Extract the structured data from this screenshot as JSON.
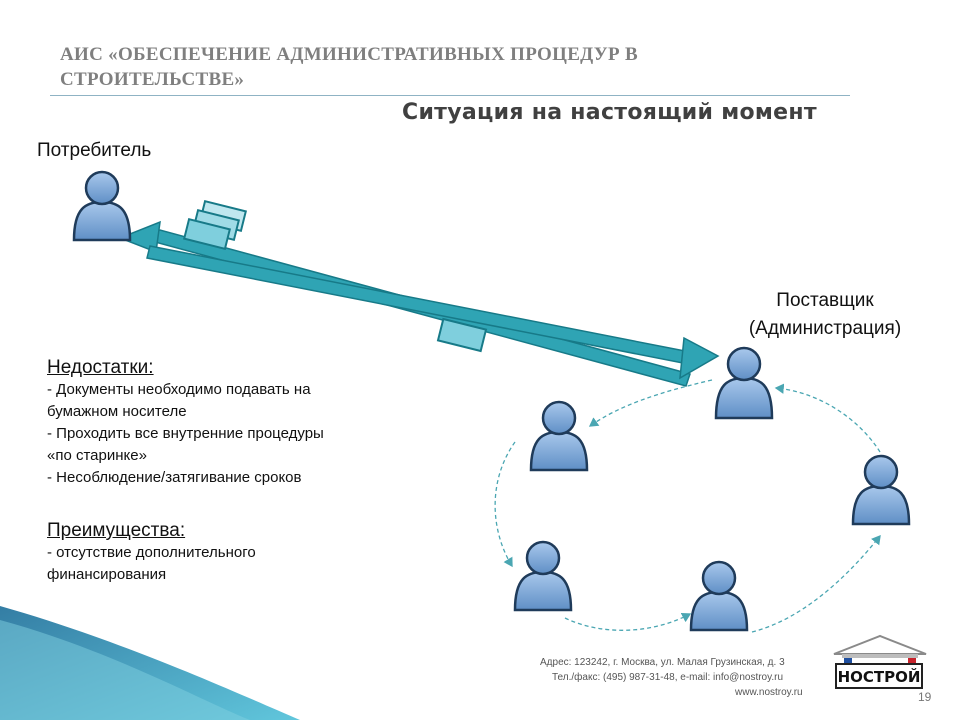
{
  "header": {
    "title_line1": "АИС «ОБЕСПЕЧЕНИЕ АДМИНИСТРАТИВНЫХ ПРОЦЕДУР В",
    "title_line2": "СТРОИТЕЛЬСТВЕ»",
    "subtitle": "Ситуация на настоящий момент"
  },
  "actors": {
    "consumer": "Потребитель",
    "supplier_line1": "Поставщик",
    "supplier_line2": "(Администрация)"
  },
  "disadvantages": {
    "title": "Недостатки:",
    "items": [
      "- Документы необходимо подавать на",
      "бумажном носителе",
      "- Проходить все внутренние процедуры",
      "«по старинке»",
      "- Несоблюдение/затягивание сроков"
    ]
  },
  "advantages": {
    "title": "Преимущества:",
    "items": [
      "- отсутствие дополнительного",
      "финансирования"
    ]
  },
  "footer": {
    "address": "Адрес: 123242, г. Москва, ул. Малая Грузинская, д. 3",
    "phone": "Тел./факс: (495) 987-31-48, e-mail: info@nostroy.ru",
    "site": "www.nostroy.ru",
    "logo_text": "НОСТРОЙ",
    "page_number": "19"
  },
  "colors": {
    "arrow": "#2fa4b4",
    "arrow_dark": "#177a88",
    "person_fill": "#7fa9d8",
    "person_stroke": "#1f3b5a",
    "cycle_arrow": "#4aa6b2",
    "accent_wave": "#3a9fc0"
  },
  "icons": [
    "person-icon",
    "document-icon",
    "long-arrow-icon",
    "cycle-arrow-icon",
    "nostroy-logo"
  ]
}
